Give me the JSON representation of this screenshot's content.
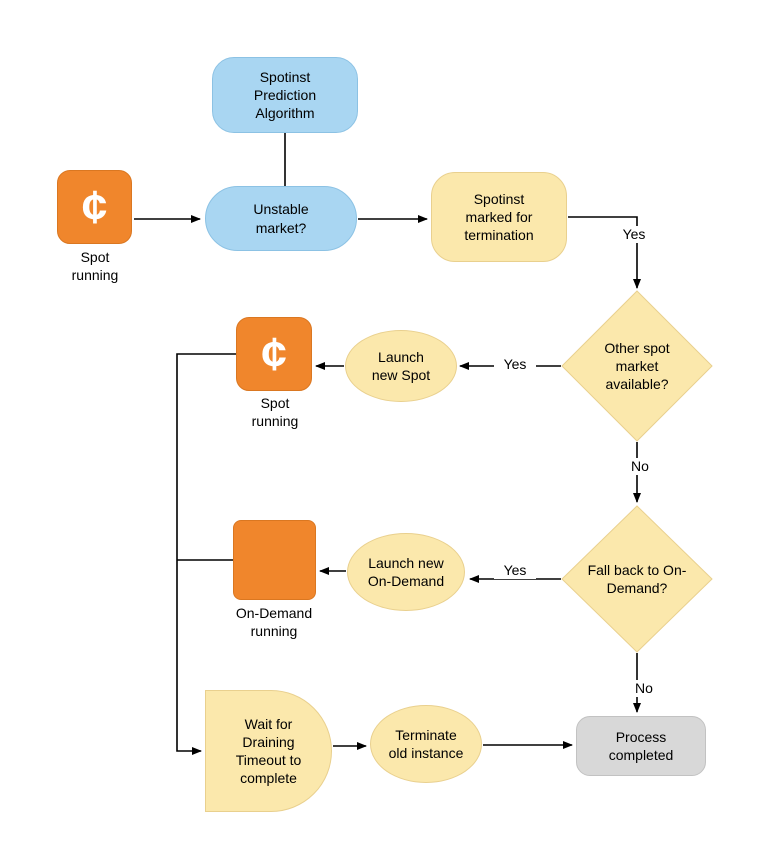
{
  "colors": {
    "blue": "#a9d6f2",
    "blue_border": "#8cc2e4",
    "yellow": "#fbe8ac",
    "yellow_border": "#e9d08e",
    "orange": "#f0862c",
    "orange_border": "#da7721",
    "gray": "#d8d8d8",
    "gray_border": "#c2c2c2",
    "line": "#000000"
  },
  "nodes": {
    "prediction": {
      "label": "Spotinst Prediction Algorithm"
    },
    "spot1": {
      "icon_glyph": "¢",
      "label": "Spot running"
    },
    "unstable": {
      "label": "Unstable market?"
    },
    "marked": {
      "label": "Spotinst marked for termination"
    },
    "diamond_other_spot": {
      "label": "Other spot market available?"
    },
    "launch_spot": {
      "label": "Launch new Spot"
    },
    "spot2": {
      "icon_glyph": "¢",
      "label": "Spot running"
    },
    "diamond_fallback": {
      "label": "Fall back to On-Demand?"
    },
    "launch_on_demand": {
      "label": "Launch new On-Demand"
    },
    "on_demand": {
      "label": "On-Demand running"
    },
    "wait": {
      "label": "Wait for Draining Timeout to complete"
    },
    "terminate": {
      "label": "Terminate old instance"
    },
    "completed": {
      "label": "Process completed"
    }
  },
  "edge_labels": {
    "yes_marked": "Yes",
    "yes_other_spot": "Yes",
    "no_other_spot": "No",
    "yes_fallback": "Yes",
    "no_fallback": "No"
  }
}
